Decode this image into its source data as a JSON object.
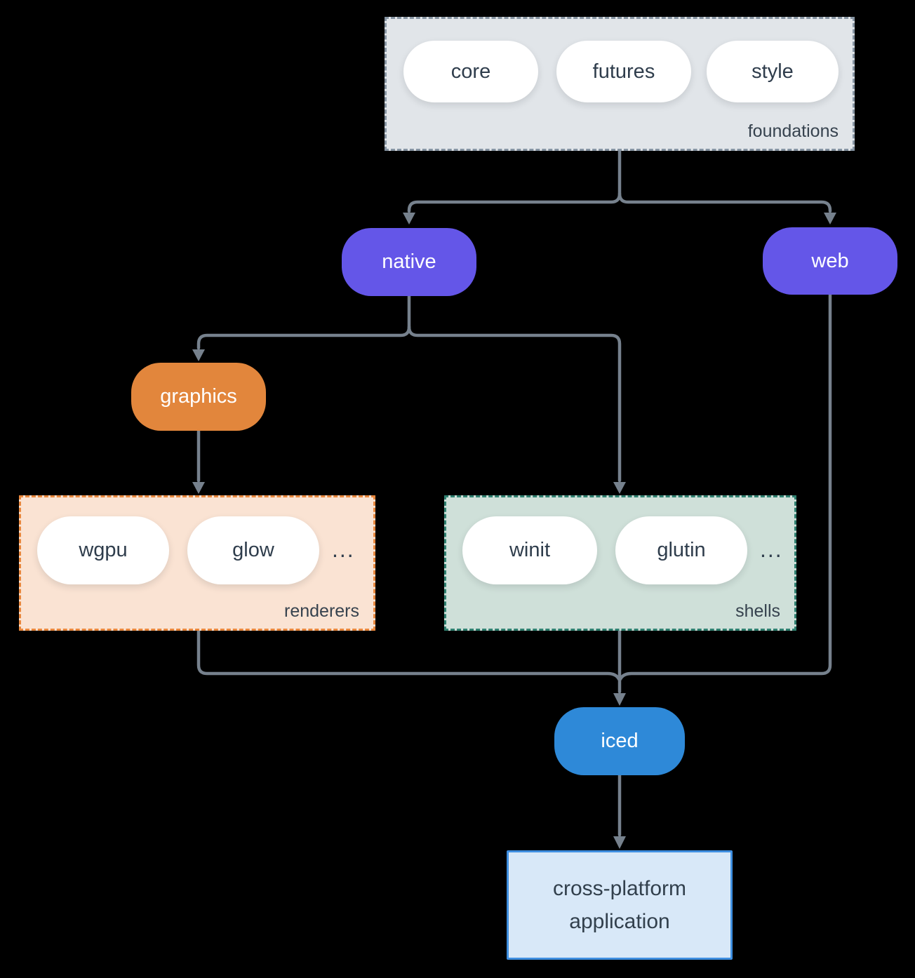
{
  "diagram": {
    "background": "#000000",
    "arrow_color": "#76818D",
    "groups": {
      "foundations": {
        "label": "foundations",
        "fill": "#E1E5E9",
        "border": "#8694A2",
        "pills": [
          "core",
          "futures",
          "style"
        ]
      },
      "renderers": {
        "label": "renderers",
        "fill": "#FAE3D3",
        "border": "#E8873D",
        "pills": [
          "wgpu",
          "glow"
        ],
        "more": "..."
      },
      "shells": {
        "label": "shells",
        "fill": "#CFE0D9",
        "border": "#2F8070",
        "pills": [
          "winit",
          "glutin"
        ],
        "more": "..."
      }
    },
    "nodes": {
      "native": {
        "label": "native",
        "fill": "#6456E8"
      },
      "web": {
        "label": "web",
        "fill": "#6456E8"
      },
      "graphics": {
        "label": "graphics",
        "fill": "#E2863C"
      },
      "iced": {
        "label": "iced",
        "fill": "#2E89D8"
      },
      "application": {
        "line1": "cross-platform",
        "line2": "application",
        "fill": "#D8E8F8",
        "border": "#3E8EE0"
      }
    }
  }
}
